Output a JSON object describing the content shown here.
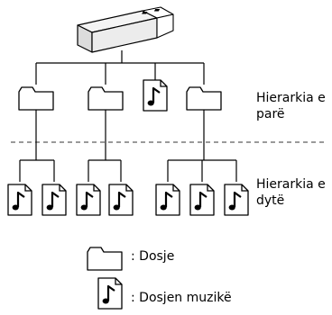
{
  "labels": {
    "level1_line1": "Hierarkia e",
    "level1_line2": "parë",
    "level2_line1": "Hierarkia e",
    "level2_line2": "dytë"
  },
  "legend": {
    "folder_label": ": Dosje",
    "music_label": ": Dosjen muzikë"
  },
  "icons": {
    "root": "usb-drive-icon",
    "folder": "folder-icon",
    "music_file": "music-file-icon"
  },
  "colors": {
    "line": "#000000",
    "usb_body": "#f2f2f2",
    "separator": "#9a9a9a"
  }
}
